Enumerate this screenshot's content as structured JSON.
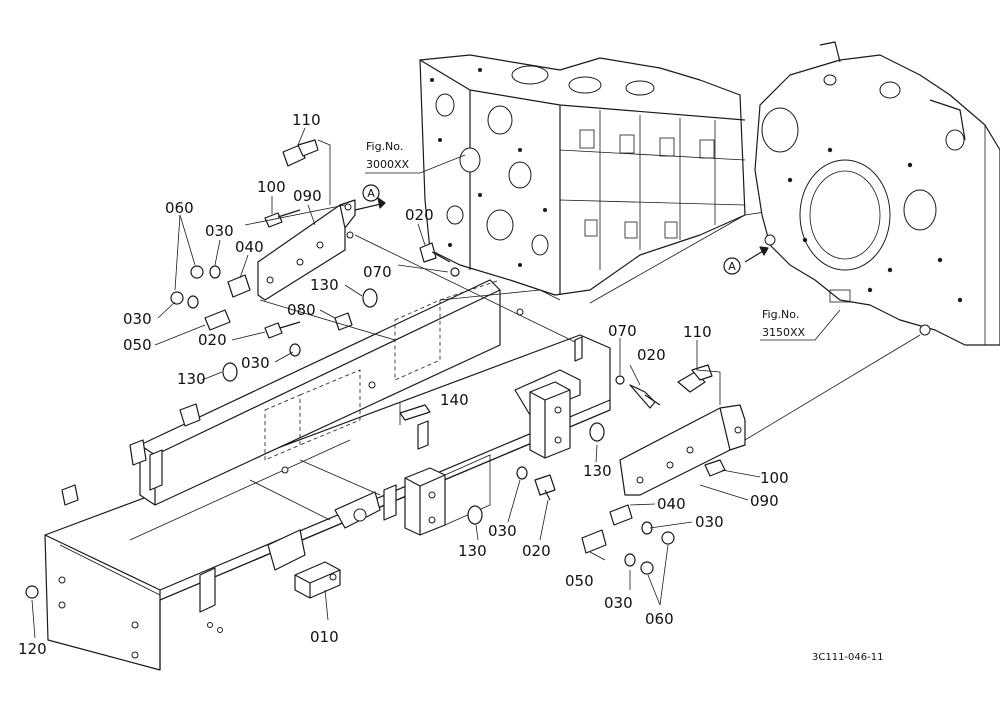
{
  "diagram": {
    "drawing_number": "3C111-046-11",
    "figure_refs": [
      {
        "id": "engine",
        "label": "Fig.No.",
        "number": "3000XX"
      },
      {
        "id": "housing",
        "label": "Fig.No.",
        "number": "3150XX"
      }
    ],
    "connector": "A",
    "callouts": {
      "p010": "010",
      "p020a": "020",
      "p020b": "020",
      "p020c": "020",
      "p020d": "020",
      "p030a": "030",
      "p030b": "030",
      "p030c": "030",
      "p030d": "030",
      "p030e": "030",
      "p030f": "030",
      "p040a": "040",
      "p040b": "040",
      "p050a": "050",
      "p050b": "050",
      "p060a": "060",
      "p060b": "060",
      "p070a": "070",
      "p070b": "070",
      "p080": "080",
      "p090a": "090",
      "p090b": "090",
      "p100a": "100",
      "p100b": "100",
      "p110a": "110",
      "p110b": "110",
      "p120": "120",
      "p130a": "130",
      "p130b": "130",
      "p130c": "130",
      "p130d": "130",
      "p140": "140"
    }
  }
}
